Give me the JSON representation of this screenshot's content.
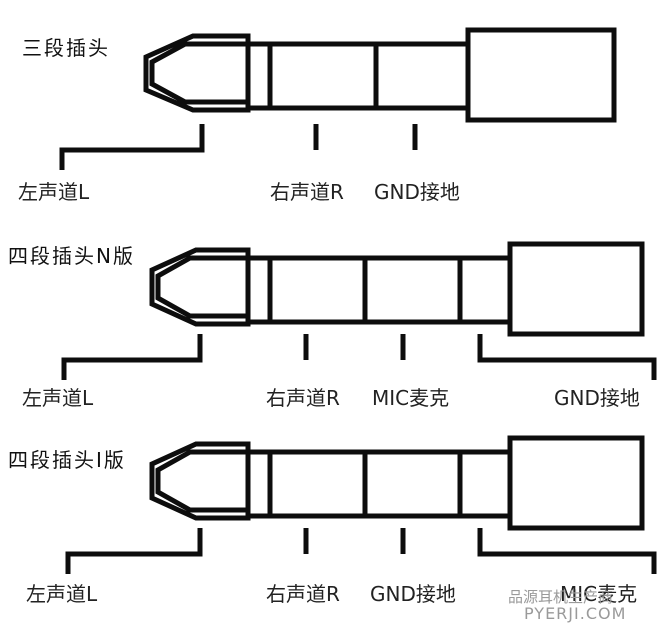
{
  "plugs": [
    {
      "title": "三段插头",
      "labels": [
        "左声道L",
        "右声道R",
        "GND接地"
      ]
    },
    {
      "title": "四段插头N版",
      "labels": [
        "左声道L",
        "右声道R",
        "MIC麦克",
        "GND接地"
      ]
    },
    {
      "title": "四段插头I版",
      "labels": [
        "左声道L",
        "右声道R",
        "GND接地",
        "MIC麦克"
      ]
    }
  ],
  "watermark": {
    "line1": "品源耳机生产商",
    "line2": "PYERJI.COM"
  }
}
